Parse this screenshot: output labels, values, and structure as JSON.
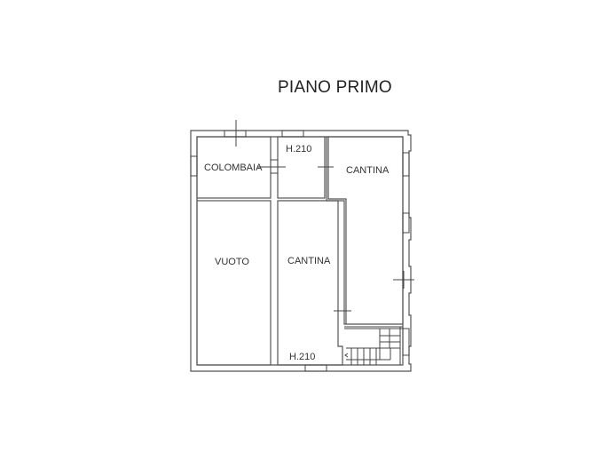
{
  "title": "PIANO PRIMO",
  "rooms": [
    {
      "name": "colombaia",
      "label": "COLOMBAIA"
    },
    {
      "name": "h210-top",
      "label": "H.210"
    },
    {
      "name": "cantina-right",
      "label": "CANTINA"
    },
    {
      "name": "vuoto",
      "label": "VUOTO"
    },
    {
      "name": "cantina-center",
      "label": "CANTINA"
    },
    {
      "name": "h210-bottom",
      "label": "H.210"
    }
  ],
  "colors": {
    "background": "#ffffff",
    "wall": "#555555",
    "text": "#333333"
  }
}
